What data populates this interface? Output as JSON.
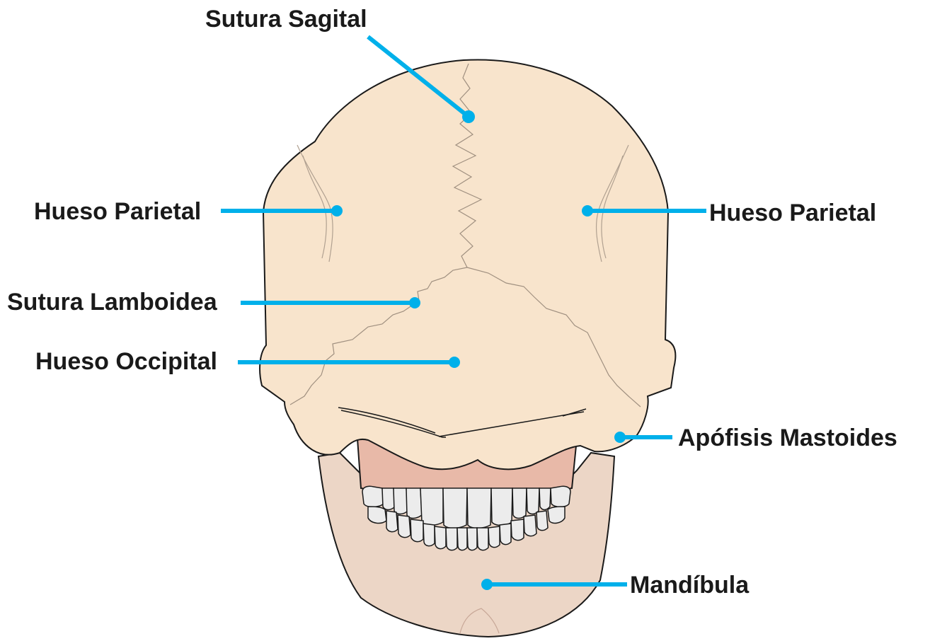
{
  "labels": {
    "sagittal_suture": "Sutura Sagital",
    "parietal_left": "Hueso Parietal",
    "parietal_right": "Hueso Parietal",
    "lambdoid_suture": "Sutura Lamboidea",
    "occipital": "Hueso Occipital",
    "mastoid": "Apófisis Mastoides",
    "mandible": "Mandíbula"
  },
  "colors": {
    "bone": "#f8e4cc",
    "mandible": "#ecd6c6",
    "gum": "#e8b9a8",
    "teeth": "#ececec",
    "outline": "#1a1a1a",
    "suture": "#a09080",
    "pointer": "#00b0ea",
    "text": "#1a1a1a"
  }
}
